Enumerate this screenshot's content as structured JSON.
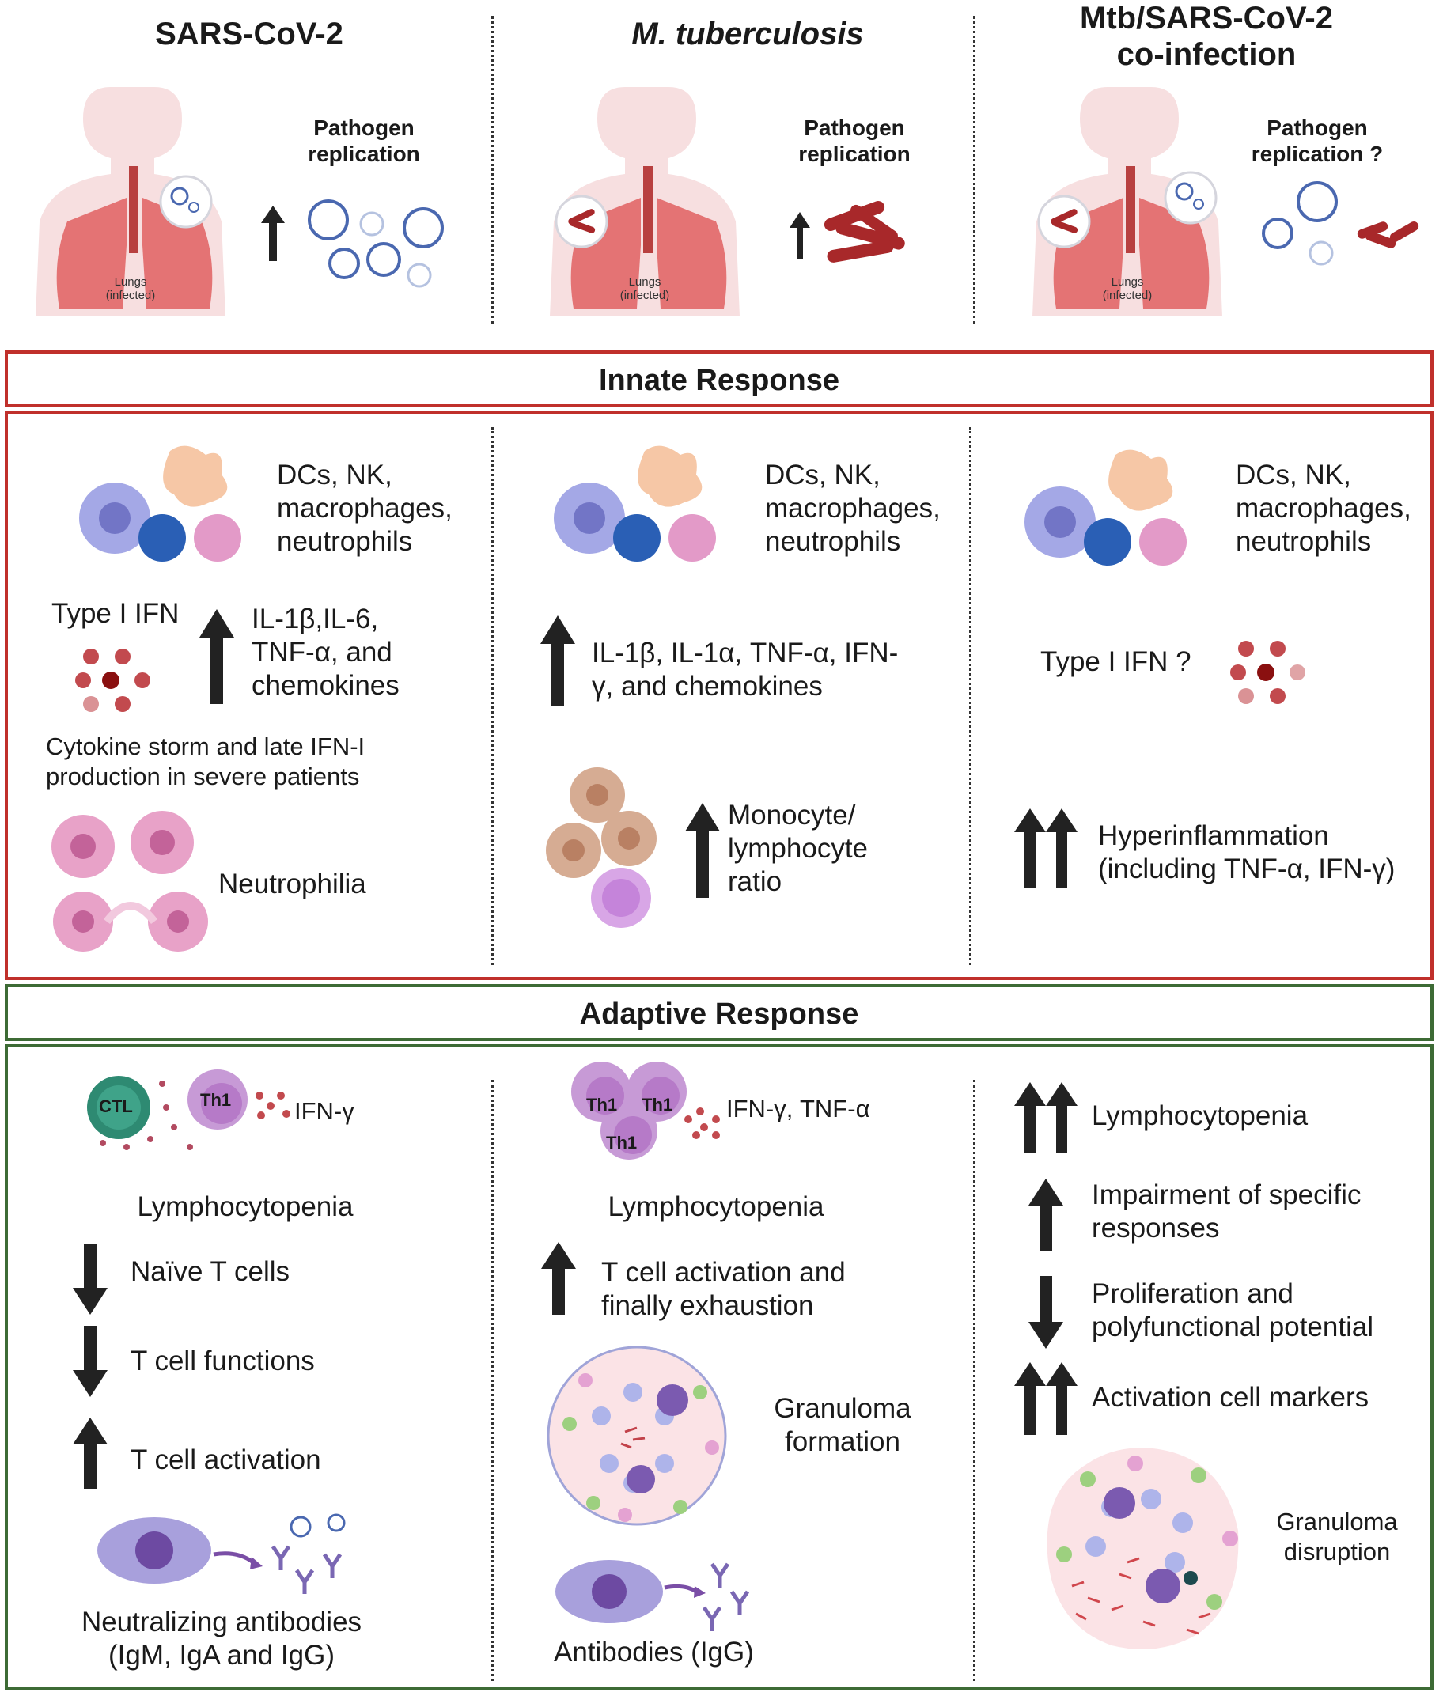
{
  "columns": [
    {
      "title": "SARS-CoV-2",
      "italic": false,
      "pathogen_label": "Pathogen\nreplication",
      "lungs_label": "Lungs\n(infected)"
    },
    {
      "title": "M. tuberculosis",
      "italic": true,
      "pathogen_label": "Pathogen\nreplication",
      "lungs_label": "Lungs\n(infected)"
    },
    {
      "title": "Mtb/SARS-CoV-2\nco-infection",
      "italic": false,
      "pathogen_label": "Pathogen\nreplication ?",
      "lungs_label": "Lungs\n(infected)"
    }
  ],
  "innate": {
    "title": "Innate Response",
    "col1": {
      "cells": "DCs, NK,\nmacrophages,\nneutrophils",
      "ifn": "Type I IFN",
      "cytokines": "IL-1β,IL-6,\nTNF-α, and\nchemokines",
      "storm": "Cytokine storm and late  IFN-I\nproduction in severe patients",
      "neutrophilia": "Neutrophilia"
    },
    "col2": {
      "cells": "DCs, NK,\nmacrophages,\nneutrophils",
      "cytokines": "IL-1β, IL-1α, TNF-α, IFN-\nγ, and chemokines",
      "ratio": "Monocyte/\nlymphocyte\nratio"
    },
    "col3": {
      "cells": "DCs, NK,\nmacrophages,\nneutrophils",
      "ifn": "Type I IFN ?",
      "hyper": "Hyperinflammation\n(including TNF-α, IFN-γ)"
    }
  },
  "adaptive": {
    "title": "Adaptive Response",
    "col1": {
      "ctl": "CTL",
      "th1": "Th1",
      "ifn": "IFN-γ",
      "lympho": "Lymphocytopenia",
      "naive": "Naïve T cells",
      "functions": "T cell functions",
      "activation": "T cell activation",
      "antibodies": "Neutralizing antibodies\n(IgM, IgA and IgG)"
    },
    "col2": {
      "th1": "Th1",
      "ifn": "IFN-γ, TNF-α",
      "lympho": "Lymphocytopenia",
      "activation": "T cell activation and\nfinally exhaustion",
      "granuloma": "Granuloma\nformation",
      "antibodies": "Antibodies (IgG)"
    },
    "col3": {
      "lympho": "Lymphocytopenia",
      "impairment": "Impairment of specific\nresponses",
      "prolif": "Proliferation and\npolyfunctional potential",
      "markers": "Activation cell markers",
      "granuloma": "Granuloma\ndisruption"
    }
  },
  "colors": {
    "innate_border": "#c0302b",
    "adaptive_border": "#3d6b35",
    "arrow": "#222222",
    "virus": "#4a68b0",
    "bacteria": "#a8282a",
    "lung": "#e25a5a",
    "th1": "#c79ad6",
    "ctl": "#2e8a72"
  }
}
